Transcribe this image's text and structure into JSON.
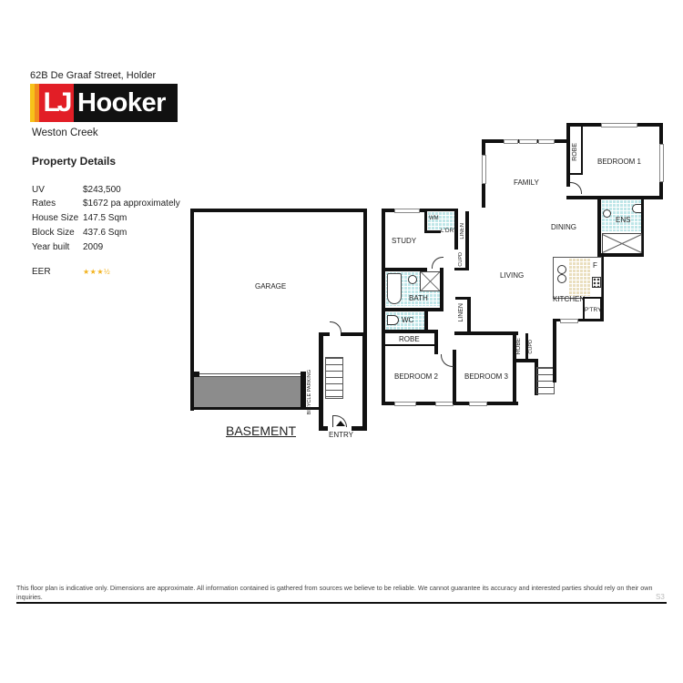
{
  "header": {
    "address": "62B De Graaf Street, Holder",
    "brand": {
      "initials": "LJ",
      "name": "Hooker",
      "colors": {
        "yellow": "#f7c21a",
        "orange": "#f28c1e",
        "red": "#e21e26",
        "black": "#111111"
      }
    },
    "office": "Weston Creek"
  },
  "property_details": {
    "title": "Property Details",
    "rows": [
      {
        "label": "UV",
        "value": "$243,500"
      },
      {
        "label": "Rates",
        "value": "$1672 pa approximately"
      },
      {
        "label": "House Size",
        "value": "147.5 Sqm"
      },
      {
        "label": "Block Size",
        "value": "437.6 Sqm"
      },
      {
        "label": "Year built",
        "value": "2009"
      }
    ],
    "eer": {
      "label": "EER",
      "stars": "★★★½",
      "rating": 3.5
    }
  },
  "floorplan": {
    "basement_title": "BASEMENT",
    "rooms": {
      "garage": "GARAGE",
      "bicycle_parking": "BICYCLE PARKING",
      "entry": "ENTRY",
      "study": "STUDY",
      "wm": "WM",
      "laundry": "L'DRY",
      "linen1": "LINEN",
      "cupd1": "CUPD",
      "bath": "BATH",
      "wc": "WC",
      "linen2": "LINEN",
      "robe2": "ROBE",
      "bedroom2": "BEDROOM 2",
      "bedroom3": "BEDROOM 3",
      "robe3": "ROBE",
      "cupd3": "CUPD",
      "living": "LIVING",
      "family": "FAMILY",
      "dining": "DINING",
      "robe1": "ROBE",
      "bedroom1": "BEDROOM 1",
      "ens": "ENS",
      "kitchen": "KITCHEN",
      "fridge": "F",
      "pantry": "P'TRY"
    }
  },
  "footer": {
    "disclaimer": "This floor plan is indicative only. Dimensions are approximate. All information contained is gathered from sources we believe to be reliable. We cannot guarantee its accuracy and interested parties should rely on their own inquiries.",
    "page_code": "S3"
  }
}
